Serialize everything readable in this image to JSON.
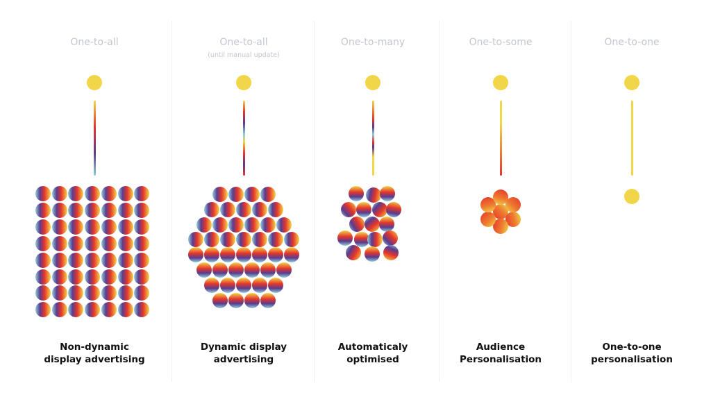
{
  "colors": {
    "yellow": "#f2d64a",
    "red": "#e5362a",
    "purple": "#5b3a8e",
    "blue": "#8fd0dc",
    "header": "#c4c6d0"
  },
  "columns": [
    {
      "header": "One-to-all",
      "label_line1": "Non-dynamic",
      "label_line2": "display advertising"
    },
    {
      "header": "One-to-all",
      "subheader": "(until manual update)",
      "label_line1": "Dynamic display",
      "label_line2": "advertising"
    },
    {
      "header": "One-to-many",
      "label_line1": "Automaticaly",
      "label_line2": "optimised"
    },
    {
      "header": "One-to-some",
      "label_line1": "Audience",
      "label_line2": "Personalisation"
    },
    {
      "header": "One-to-one",
      "label_line1": "One-to-one",
      "label_line2": "personalisation"
    }
  ]
}
